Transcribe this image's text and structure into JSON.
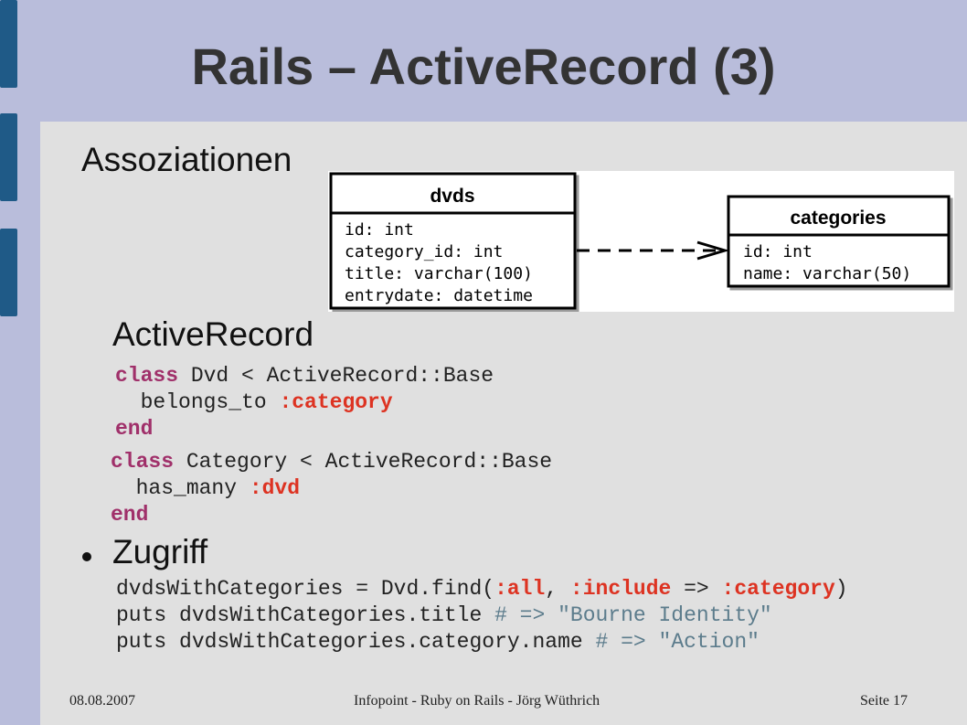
{
  "slide": {
    "title": "Rails – ActiveRecord (3)",
    "section_associations": "Assoziationen",
    "section_activerecord": "ActiveRecord",
    "section_access": "Zugriff"
  },
  "diagram": {
    "dvds_table": {
      "name": "dvds",
      "fields": [
        "id: int",
        "category_id: int",
        "title: varchar(100)",
        "entrydate: datetime"
      ]
    },
    "categories_table": {
      "name": "categories",
      "fields": [
        "id: int",
        "name: varchar(50)"
      ]
    }
  },
  "code_dvd": {
    "kw_class": "class",
    "line1_rest": " Dvd < ActiveRecord::Base",
    "line2_method": "  belongs_to ",
    "line2_sym": ":category",
    "kw_end": "end"
  },
  "code_category": {
    "kw_class": "class",
    "line1_rest": " Category < ActiveRecord::Base",
    "line2_method": "  has_many ",
    "line2_sym": ":dvd",
    "kw_end": "end"
  },
  "code_access": {
    "line1_a": "dvdsWithCategories = Dvd.find(",
    "line1_sym1": ":all",
    "line1_b": ", ",
    "line1_sym2": ":include",
    "line1_c": " => ",
    "line1_sym3": ":category",
    "line1_d": ")",
    "line2_a": "puts dvdsWithCategories.title ",
    "line2_comment": "# => \"Bourne Identity\"",
    "line3_a": "puts dvdsWithCategories.category.name ",
    "line3_comment": "# => \"Action\""
  },
  "footer": {
    "date": "08.08.2007",
    "center": "Infopoint - Ruby on Rails - Jörg Wüthrich",
    "page": "Seite 17"
  },
  "colors": {
    "background": "#b9bddb",
    "content_area": "#e0e0e0",
    "left_bar": "#1f5a87",
    "keyword": "#a0306a",
    "symbol": "#dd3322",
    "comment": "#5c7c8c"
  }
}
